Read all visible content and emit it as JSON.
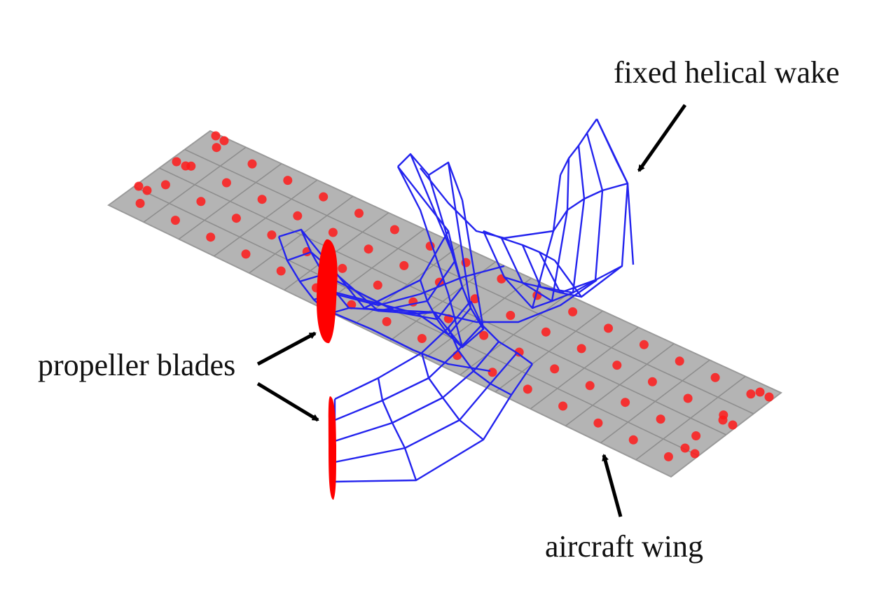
{
  "labels": {
    "wake": "fixed helical wake",
    "propeller": "propeller blades",
    "wing": "aircraft wing"
  },
  "colors": {
    "wing_fill": "#b4b4b4",
    "wing_grid": "#8e8e8e",
    "wake_lines": "#2323ee",
    "control_points": "#ff1a1a",
    "blades": "#ff0000",
    "text": "#111111"
  }
}
